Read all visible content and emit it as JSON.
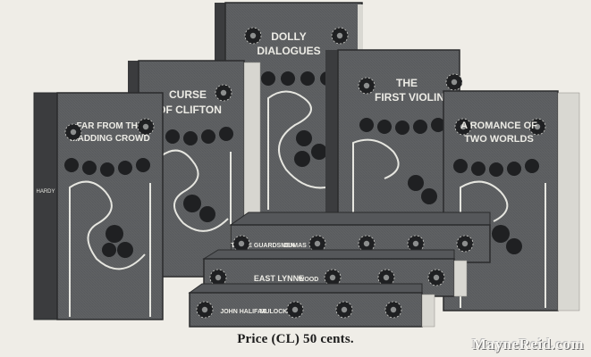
{
  "books": {
    "dolly": {
      "title_lines": [
        "DOLLY",
        "DIALOGUES"
      ]
    },
    "clifton": {
      "title_lines": [
        "CURSE",
        "OF CLIFTON"
      ]
    },
    "violin": {
      "title_lines": [
        "THE",
        "FIRST VIOLIN"
      ]
    },
    "madding": {
      "title_lines": [
        "FAR FROM THE",
        "MADDING CROWD"
      ],
      "spine_author": "HARDY"
    },
    "romance": {
      "title_lines": [
        "A ROMANCE OF",
        "TWO WORLDS"
      ]
    },
    "three_guardsmen": {
      "spine_title": "THREE GUARDSMEN",
      "spine_author": "DUMAS"
    },
    "east_lynne": {
      "spine_title": "EAST LYNNE",
      "spine_author": "WOOD"
    },
    "john_halifax": {
      "spine_title": "JOHN HALIFAX",
      "spine_author": "MULOCK"
    }
  },
  "caption": {
    "price": "Price (CL) 50 cents."
  },
  "watermark": {
    "text": "MayneReid.com"
  },
  "colors": {
    "cloth": "#5f6163",
    "ornament": "#e6e6e0",
    "flower": "#1f2022",
    "paper": "#efede7",
    "spine": "#3b3c3e"
  }
}
